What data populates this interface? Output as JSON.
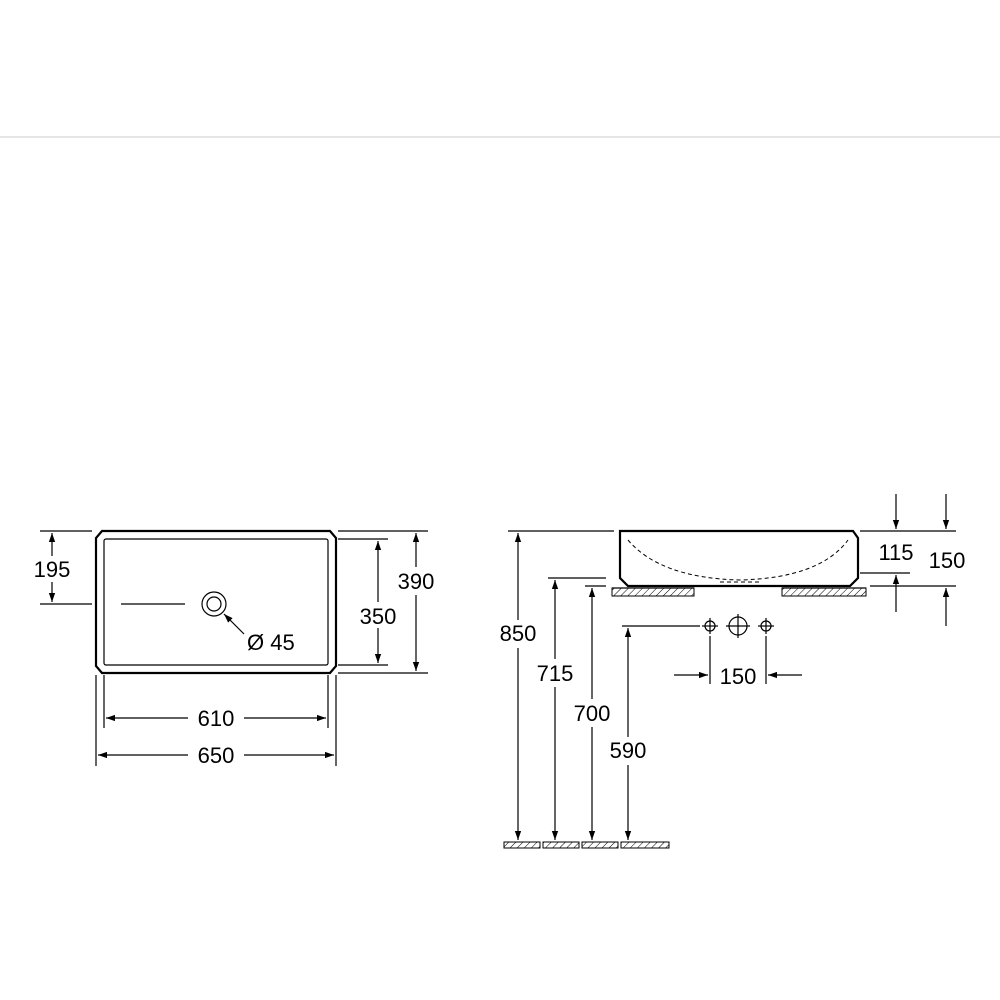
{
  "colors": {
    "line": "#000000",
    "background": "#ffffff",
    "separator": "#cccccc",
    "hatch": "#000000"
  },
  "plan_view": {
    "depth_half": "195",
    "outer_depth": "390",
    "inner_depth": "350",
    "drain_diameter": "Ø 45",
    "inner_width": "610",
    "outer_width": "650"
  },
  "side_view": {
    "basin_height": "115",
    "total_height": "150",
    "top_height": "850",
    "counter_height_a": "715",
    "counter_height_b": "700",
    "tap_height": "590",
    "tap_spacing": "150"
  }
}
